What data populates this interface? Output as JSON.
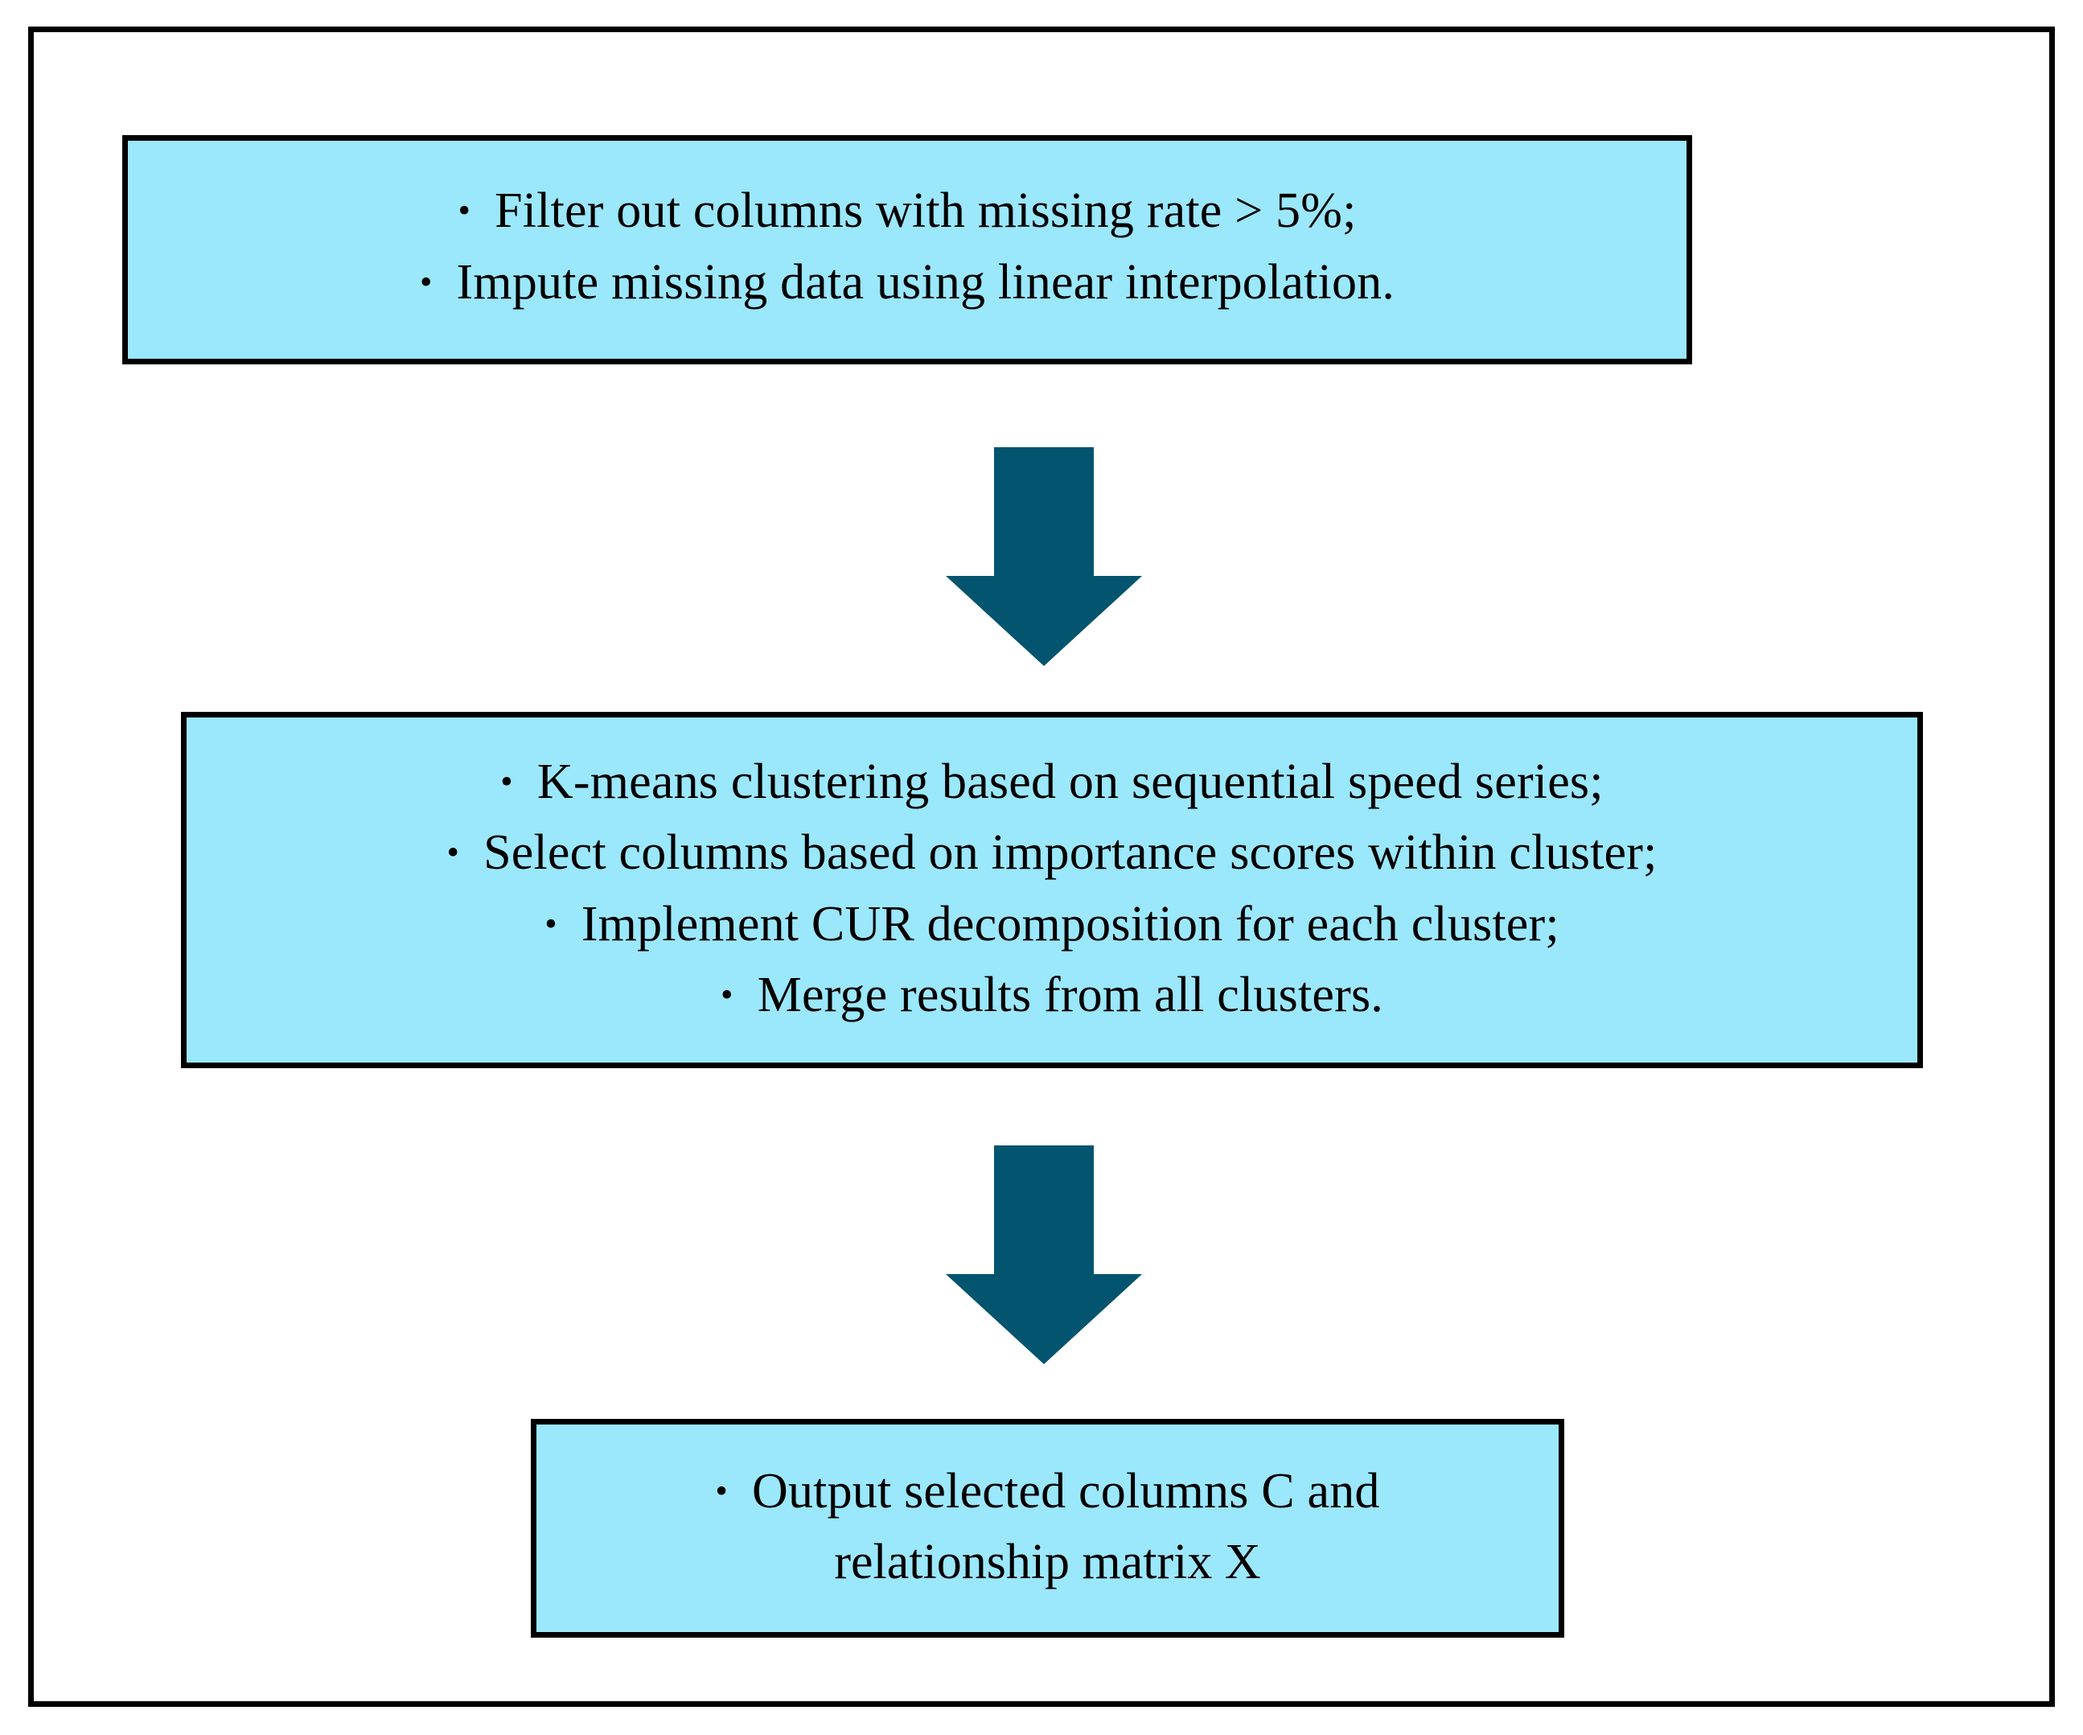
{
  "diagram": {
    "title": "Data preprocessing and column selection flowchart",
    "colors": {
      "box_fill": "#9BE7FC",
      "box_border": "#000000",
      "arrow_fill": "#02546F",
      "frame_border": "#000000",
      "text": "#000000",
      "page_background": "#FFFFFF"
    },
    "bullet_glyph": "•",
    "nodes": [
      {
        "id": "preprocess",
        "name": "preprocessing-box",
        "lines": [
          {
            "bullet": true,
            "text": "Filter out columns with missing rate > 5%;"
          },
          {
            "bullet": true,
            "text": "Impute missing data using linear interpolation."
          }
        ]
      },
      {
        "id": "clustering",
        "name": "clustering-selection-box",
        "lines": [
          {
            "bullet": true,
            "text": "K-means clustering based on sequential speed series;"
          },
          {
            "bullet": true,
            "text": "Select columns based on importance scores within cluster;"
          },
          {
            "bullet": true,
            "text": "Implement CUR decomposition for each cluster;"
          },
          {
            "bullet": true,
            "text": "Merge results from all clusters."
          }
        ]
      },
      {
        "id": "output",
        "name": "output-box",
        "lines": [
          {
            "bullet": true,
            "text": "Output selected columns C and"
          },
          {
            "bullet": false,
            "text": "relationship matrix X"
          }
        ]
      }
    ],
    "connectors": [
      {
        "id": "arrow-1",
        "name": "down-arrow-icon",
        "from": "preprocess",
        "to": "clustering",
        "direction": "down"
      },
      {
        "id": "arrow-2",
        "name": "down-arrow-icon",
        "from": "clustering",
        "to": "output",
        "direction": "down"
      }
    ]
  }
}
